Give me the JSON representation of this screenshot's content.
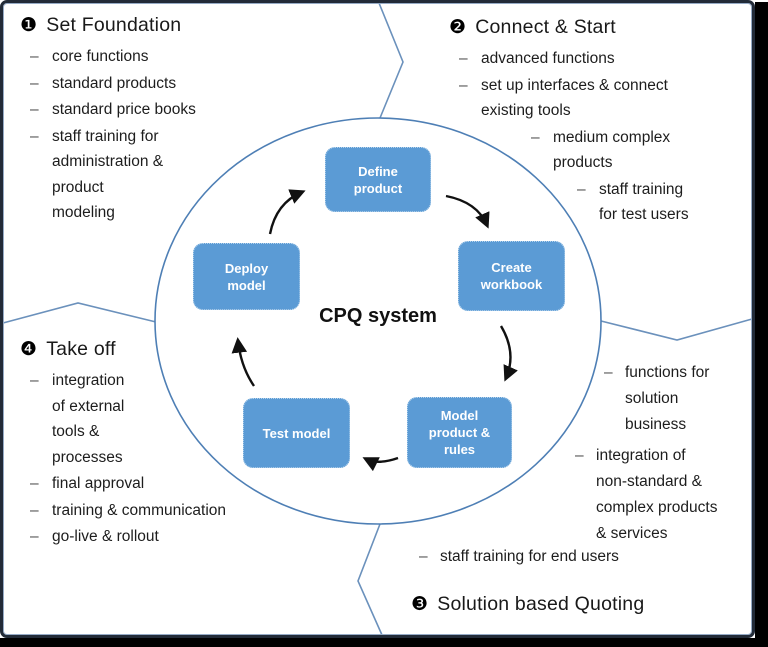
{
  "diagram": {
    "center_label": "CPQ system",
    "colors": {
      "step_box": "#5b9bd5",
      "cycle_outline": "#4e7fb5",
      "divider_line": "#6b91bc",
      "arrow": "#111111",
      "frame": "#222b38"
    },
    "boxes": [
      {
        "id": "define-product",
        "label": "Define\nproduct"
      },
      {
        "id": "create-workbook",
        "label": "Create\nworkbook"
      },
      {
        "id": "model-product-rules",
        "label": "Model\nproduct &\nrules"
      },
      {
        "id": "test-model",
        "label": "Test model"
      },
      {
        "id": "deploy-model",
        "label": "Deploy\nmodel"
      }
    ]
  },
  "sections": [
    {
      "id": "set-foundation",
      "num": "❶",
      "title": "Set Foundation",
      "items": [
        {
          "dash": "–",
          "text": "core functions"
        },
        {
          "dash": "–",
          "text": "standard products"
        },
        {
          "dash": "–",
          "text": "standard price books"
        },
        {
          "dash": "–",
          "text": "staff training for\nadministration &\nproduct\nmodeling"
        }
      ]
    },
    {
      "id": "connect-start",
      "num": "❷",
      "title": "Connect & Start",
      "items": [
        {
          "dash": "–",
          "text": "advanced functions"
        },
        {
          "dash": "–",
          "text": "set up interfaces & connect\nexisting tools"
        },
        {
          "dash": "–",
          "text": "medium complex\nproducts"
        },
        {
          "dash": "–",
          "text": "staff training\nfor test users"
        }
      ]
    },
    {
      "id": "solution-based-quoting",
      "num": "❸",
      "title": "Solution based Quoting",
      "items": [
        {
          "dash": "–",
          "text": "functions for\nsolution\nbusiness"
        },
        {
          "dash": "–",
          "text": "integration of\nnon-standard &\ncomplex products\n& services"
        },
        {
          "dash": "–",
          "text": "staff training for end users"
        }
      ]
    },
    {
      "id": "take-off",
      "num": "❹",
      "title": "Take off",
      "items": [
        {
          "dash": "–",
          "text": "integration\nof external\ntools &\nprocesses"
        },
        {
          "dash": "–",
          "text": "final approval"
        },
        {
          "dash": "–",
          "text": "training & communication"
        },
        {
          "dash": "–",
          "text": "go-live & rollout"
        }
      ]
    }
  ]
}
